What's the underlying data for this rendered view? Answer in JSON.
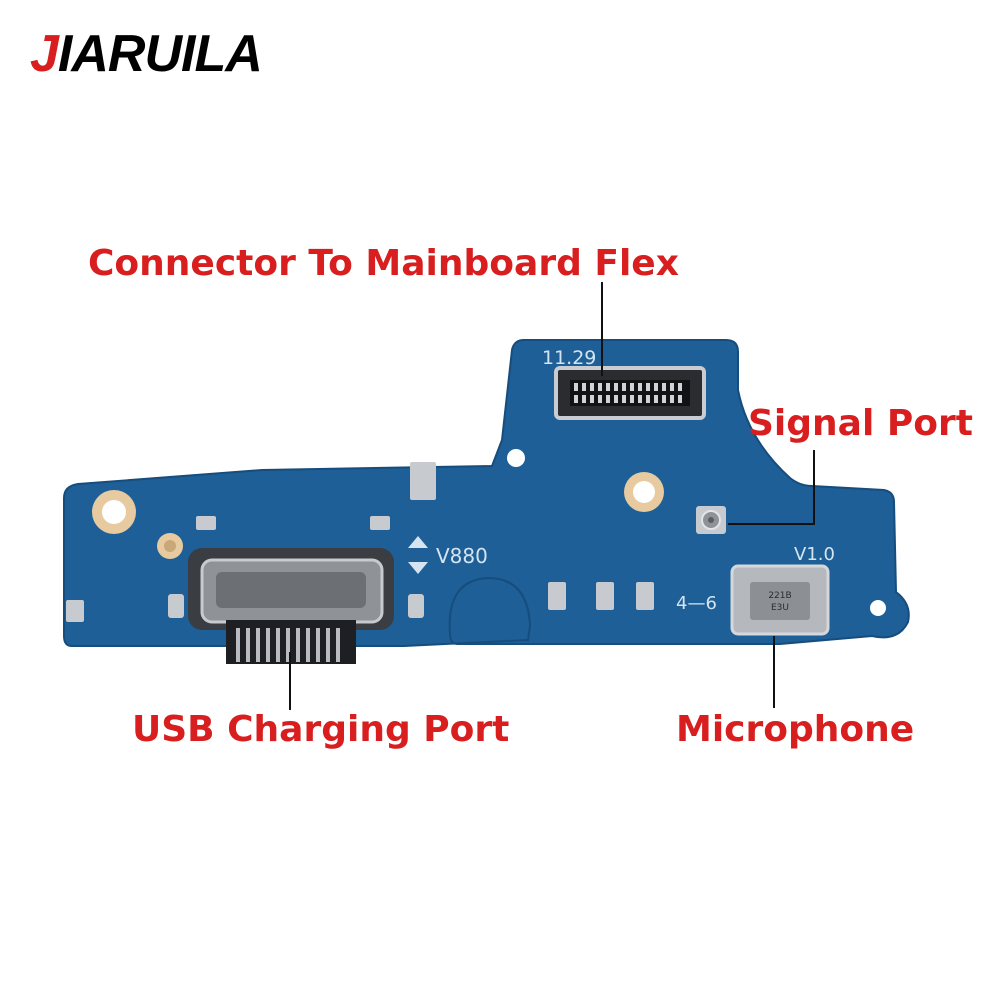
{
  "brand": {
    "first_letter": "J",
    "rest": "IARUILA",
    "accent_color": "#d81e1e"
  },
  "callouts": {
    "connector": "Connector To Mainboard Flex",
    "signal": "Signal Port",
    "usb": "USB Charging Port",
    "microphone": "Microphone"
  },
  "board_markings": {
    "date_code": "11.29",
    "model": "V880",
    "version": "V1.0",
    "batch": "4—6",
    "mic_code_1": "221B",
    "mic_code_2": "E3U"
  },
  "colors": {
    "label_red": "#d81e1e",
    "pcb_blue": "#1d5f96",
    "pcb_dark": "#164d7c",
    "metal": "#9ea2a6",
    "pad_gold": "#e7caa0"
  }
}
